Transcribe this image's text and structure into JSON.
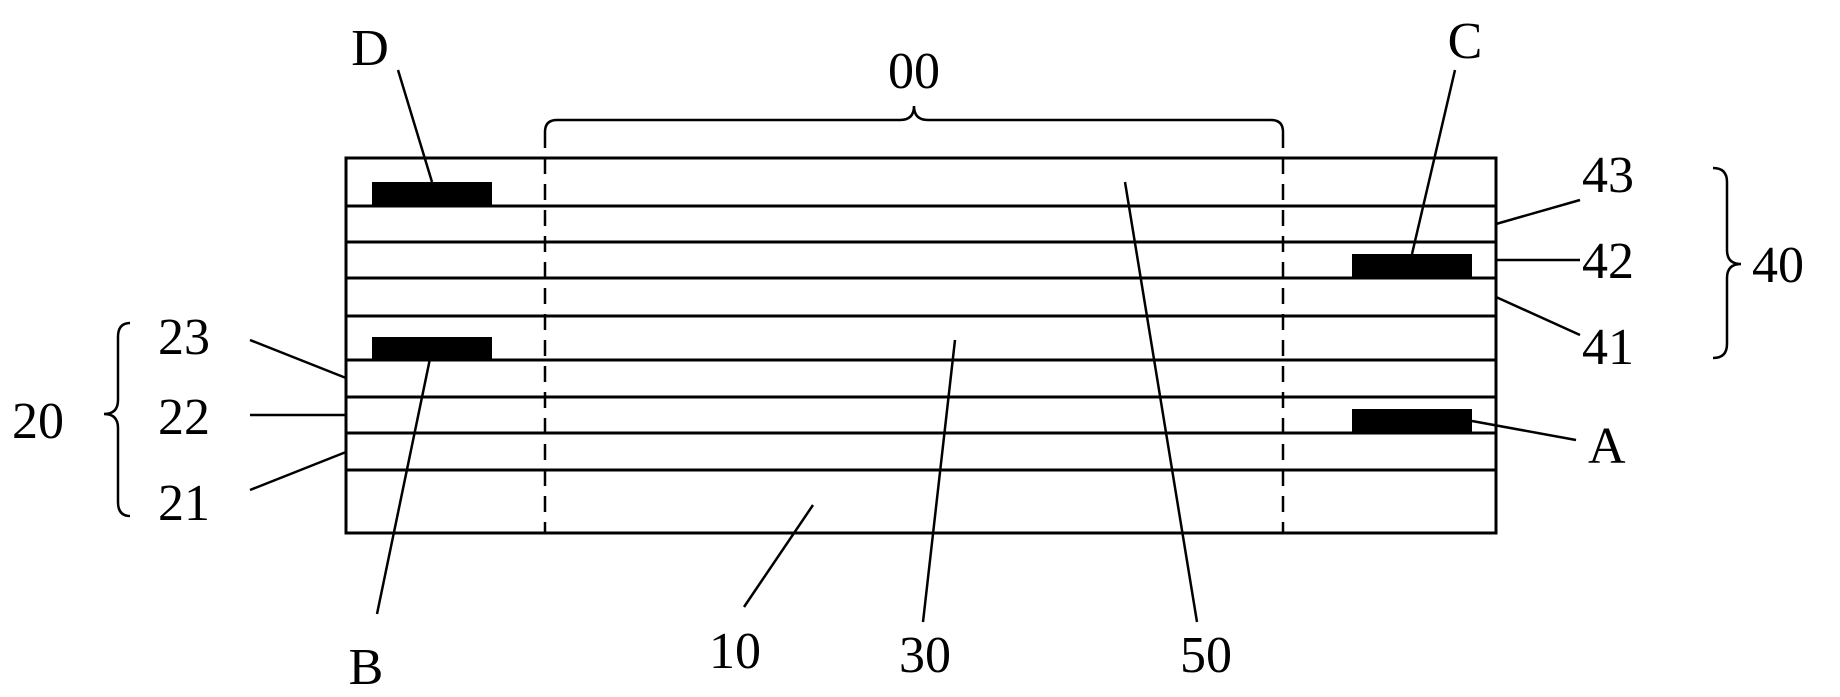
{
  "labels": {
    "top_region": "00",
    "d": "D",
    "c": "C",
    "b": "B",
    "a": "A",
    "n43": "43",
    "n42": "42",
    "n41": "41",
    "n40": "40",
    "n23": "23",
    "n22": "22",
    "n21": "21",
    "n20": "20",
    "n10": "10",
    "n30": "30",
    "n50": "50"
  },
  "layer_patterns": {
    "layer_43": "crosshatch",
    "layer_42": "dots",
    "layer_41": "diagonal-hatch",
    "layer_23": "crosshatch",
    "layer_22": "dots",
    "layer_21": "diagonal-hatch"
  }
}
